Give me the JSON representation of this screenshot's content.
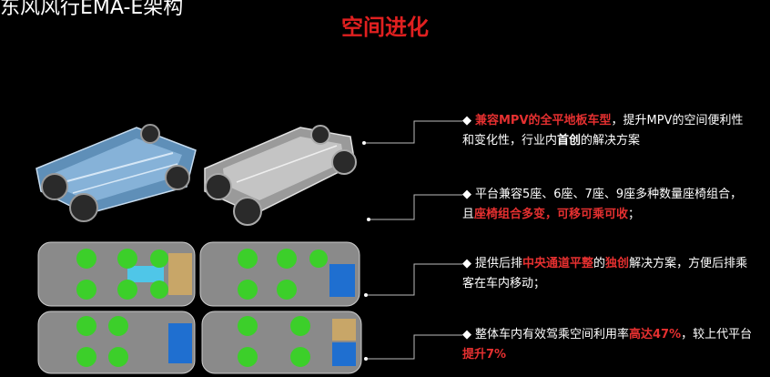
{
  "header": {
    "platform_title": "东风风行EMA-E架构",
    "section_title": "空间进化"
  },
  "bullets": [
    {
      "diamond": "◆",
      "parts": [
        {
          "text": "兼容MPV的全平地板车型",
          "style": "red"
        },
        {
          "text": "，提升MPV的空间便利性和变化性，行业内",
          "style": "plain"
        },
        {
          "text": "首创",
          "style": "bold"
        },
        {
          "text": "的解决方案",
          "style": "plain"
        }
      ]
    },
    {
      "diamond": "◆",
      "parts": [
        {
          "text": "平台兼容5座、6座、7座、9座多种数量座椅组合，且",
          "style": "plain"
        },
        {
          "text": "座椅组合多变，可移可乘可收",
          "style": "red"
        },
        {
          "text": "；",
          "style": "plain"
        }
      ]
    },
    {
      "diamond": "◆",
      "parts": [
        {
          "text": "提供后排",
          "style": "plain"
        },
        {
          "text": "中央通道平整",
          "style": "red"
        },
        {
          "text": "的",
          "style": "plain"
        },
        {
          "text": "独创",
          "style": "red"
        },
        {
          "text": "解决方案，方便后排乘客在车内移动；",
          "style": "plain"
        }
      ]
    },
    {
      "diamond": "◆",
      "parts": [
        {
          "text": "整体车内有效驾乘空间利用率",
          "style": "plain"
        },
        {
          "text": "高达47%",
          "style": "red"
        },
        {
          "text": "，较上代平台",
          "style": "plain"
        },
        {
          "text": "提升7%",
          "style": "red"
        }
      ]
    }
  ],
  "colors": {
    "accent_red": "#e53030",
    "chassis_blue": "#7fb0d8",
    "seat_green": "#3ccf2a",
    "floor_grey": "#8a8a8a"
  }
}
